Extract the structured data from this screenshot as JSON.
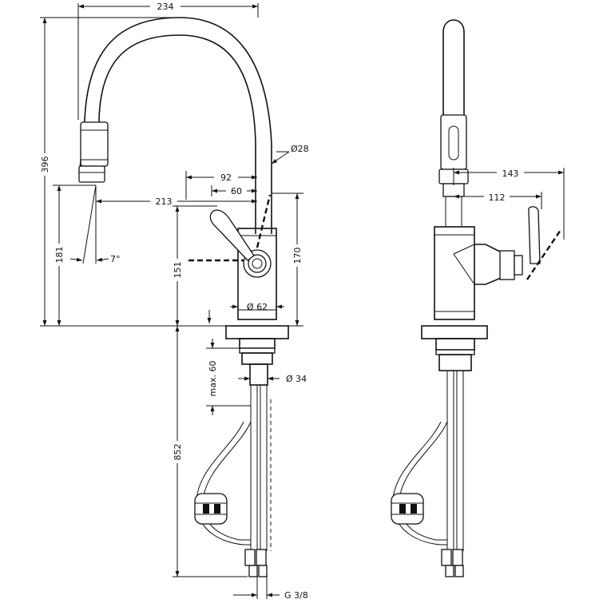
{
  "dimensions": {
    "d234": "234",
    "d396": "396",
    "d28": "Ø28",
    "d92": "92",
    "d60": "60",
    "d213": "213",
    "d181": "181",
    "d7": "7°",
    "d151": "151",
    "d170": "170",
    "d62": "Ø 62",
    "d34": "Ø 34",
    "dmax60": "max. 60",
    "d852": "852",
    "dG38": "G 3/8",
    "d143": "143",
    "d112": "112"
  }
}
